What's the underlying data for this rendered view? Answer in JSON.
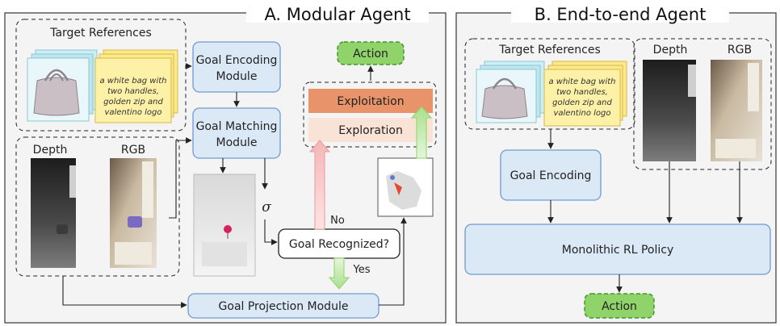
{
  "panel_a": {
    "title": "A. Modular Agent",
    "target_references": "Target References",
    "card_text": [
      "a white bag with",
      "two handles,",
      "golden zip and",
      "valentino logo"
    ],
    "depth": "Depth",
    "rgb": "RGB",
    "goal_encoding_module": [
      "Goal Encoding",
      "Module"
    ],
    "goal_matching_module": [
      "Goal Matching",
      "Module"
    ],
    "sigma": "σ",
    "goal_recognized": "Goal Recognized?",
    "no": "No",
    "yes": "Yes",
    "exploitation": "Exploitation",
    "exploration": "Exploration",
    "action": "Action",
    "goal_projection_module": "Goal Projection Module"
  },
  "panel_b": {
    "title": "B. End-to-end Agent",
    "target_references": "Target References",
    "card_text": [
      "a white bag with",
      "two handles,",
      "golden zip and",
      "valentino logo"
    ],
    "depth": "Depth",
    "rgb": "RGB",
    "goal_encoding": "Goal Encoding",
    "policy": "Monolithic RL Policy",
    "action": "Action"
  },
  "colors": {
    "panel_bg": "#f4f4f4",
    "module_fill": "#dbe8f6",
    "module_stroke": "#6f9bd0",
    "action_fill": "#8fd36a",
    "action_stroke": "#3f9a2a",
    "exploitation_fill": "#e8936a",
    "exploration_fill": "#f9e3d7",
    "card_fill": "#fbe98a",
    "card_stroke": "#d8b84a"
  }
}
